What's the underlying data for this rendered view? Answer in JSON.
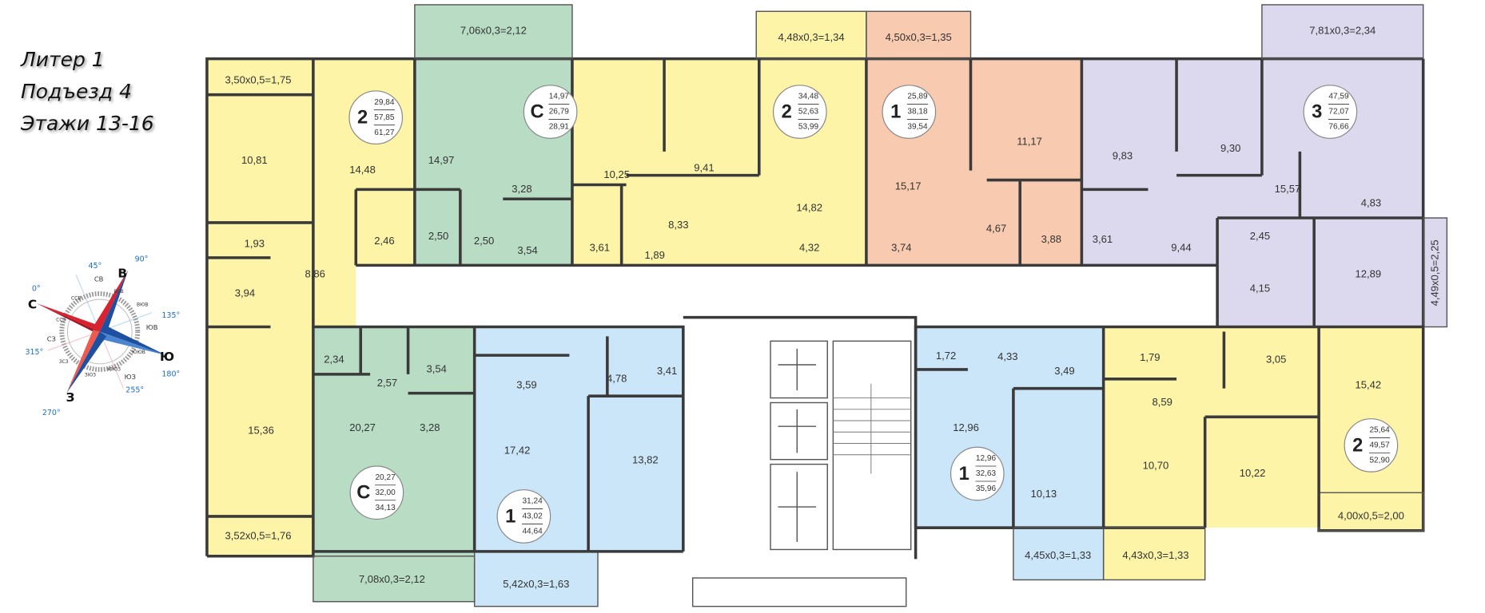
{
  "header": {
    "lines": [
      "Литер 1",
      "Подъезд 4",
      "Этажи 13-16"
    ]
  },
  "compass": {
    "main": [
      "С",
      "В",
      "Ю",
      "З"
    ],
    "main_degrees": [
      "0°",
      "90°",
      "180°",
      "270°"
    ],
    "inter": [
      "СВ",
      "ЮВ",
      "ЮЗ",
      "СЗ"
    ],
    "inter_degrees": [
      "45°",
      "135°",
      "255°",
      "315°"
    ],
    "minor": [
      "ССВ",
      "ВСВ",
      "ВЮВ",
      "ЮЮВ",
      "ЮЮЗ",
      "ЗЮЗ",
      "ЗСЗ",
      "ССЗ"
    ],
    "colors": {
      "north": "#d9232e",
      "south": "#1f4fa0"
    }
  },
  "colors": {
    "yellow": "#fdf4a8",
    "green": "#b8dcc4",
    "peach": "#f8cbb0",
    "lavender": "#dcd9ef",
    "blue": "#cbe6f8"
  },
  "apartments": [
    {
      "type": "2",
      "living": "29,84",
      "total": "57,85",
      "total_with_balcony": "61,27",
      "rooms": [
        "3,50x0,5=1,75",
        "10,81",
        "14,48",
        "1,93",
        "2,46",
        "8,86",
        "3,94",
        "15,36",
        "3,52x0,5=1,76"
      ]
    },
    {
      "type": "С",
      "living": "14,97",
      "total": "26,79",
      "total_with_balcony": "28,91",
      "rooms": [
        "7,06x0,3=2,12",
        "14,97",
        "3,28",
        "2,50",
        "2,50",
        "3,54"
      ]
    },
    {
      "type": "2",
      "living": "34,48",
      "total": "52,63",
      "total_with_balcony": "53,99",
      "rooms": [
        "4,48x0,3=1,34",
        "10,25",
        "9,41",
        "8,33",
        "3,61",
        "1,89",
        "14,82",
        "4,32"
      ]
    },
    {
      "type": "1",
      "living": "25,89",
      "total": "38,18",
      "total_with_balcony": "39,54",
      "rooms": [
        "4,50x0,3=1,35",
        "15,17",
        "11,17",
        "3,74",
        "4,67",
        "3,88"
      ]
    },
    {
      "type": "3",
      "living": "47,59",
      "total": "72,07",
      "total_with_balcony": "76,66",
      "rooms": [
        "7,81x0,3=2,34",
        "9,83",
        "9,30",
        "15,57",
        "4,83",
        "3,61",
        "9,44",
        "2,45",
        "4,15",
        "12,89",
        "4,49x0,5=2,25"
      ]
    },
    {
      "type": "С",
      "living": "20,27",
      "total": "32,00",
      "total_with_balcony": "34,13",
      "rooms": [
        "2,34",
        "2,57",
        "3,54",
        "20,27",
        "3,28",
        "7,08x0,3=2,12"
      ]
    },
    {
      "type": "1",
      "living": "31,24",
      "total": "43,02",
      "total_with_balcony": "44,64",
      "rooms": [
        "3,59",
        "4,78",
        "3,41",
        "17,42",
        "13,82",
        "5,42x0,3=1,63"
      ]
    },
    {
      "type": "1",
      "living": "12,96",
      "total": "32,63",
      "total_with_balcony": "35,96",
      "rooms": [
        "1,72",
        "4,33",
        "3,49",
        "12,96",
        "10,13",
        "4,45x0,3=1,33"
      ]
    },
    {
      "type": "2",
      "living": "25,64",
      "total": "49,57",
      "total_with_balcony": "52,90",
      "rooms": [
        "1,79",
        "3,05",
        "8,59",
        "15,42",
        "10,70",
        "10,22",
        "4,00x0,5=2,00",
        "4,43x0,3=1,33"
      ]
    }
  ]
}
